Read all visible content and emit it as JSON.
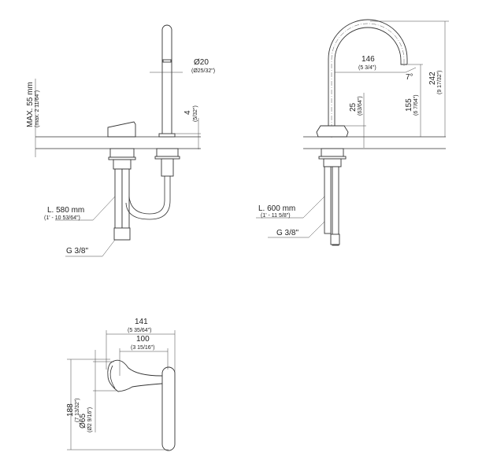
{
  "side_view_left": {
    "max_depth": "MAX. 55 mm",
    "max_depth_in": "(max. 2 11/64\")",
    "spout_diameter": "Ø20",
    "spout_diameter_in": "(Ø25/32\")",
    "gap": "4",
    "gap_in": "(5/32\")",
    "hose_length": "L. 580 mm",
    "hose_length_in": "(1' - 10 53/64\")",
    "thread": "G 3/8\""
  },
  "side_view_right": {
    "reach": "146",
    "reach_in": "(5 3/4\")",
    "angle": "7°",
    "total_height": "242",
    "total_height_in": "(9 17/32\")",
    "outlet_height": "155",
    "outlet_height_in": "(6 7/64\")",
    "base_height": "25",
    "base_height_in": "(63/64\")",
    "hose_length": "L. 600 mm",
    "hose_length_in": "(1' - 11 5/8\")",
    "thread": "G 3/8\""
  },
  "plan_view": {
    "width": "141",
    "width_in": "(5 35/64\")",
    "center_distance": "100",
    "center_distance_in": "(3 15/16\")",
    "length": "188",
    "length_in": "(7 13/32\")",
    "rosette_diameter": "Ø65",
    "rosette_diameter_in": "(Ø2 9/16\")"
  }
}
